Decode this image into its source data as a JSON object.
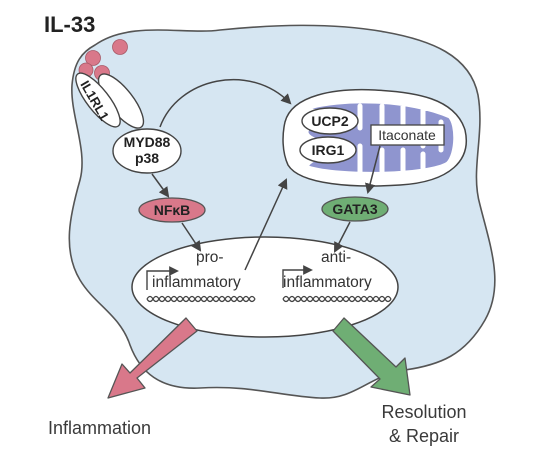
{
  "ligand": {
    "label": "IL-33"
  },
  "receptor": {
    "label": "IL1RL1"
  },
  "adaptor": {
    "line1": "MYD88",
    "line2": "p38"
  },
  "mitochondrion": {
    "proteins": [
      "UCP2",
      "IRG1"
    ],
    "metabolite": "Itaconate"
  },
  "transcription_factors": {
    "nfkb": {
      "label": "NFκB",
      "color": "#d9788a"
    },
    "gata3": {
      "label": "GATA3",
      "color": "#6fae74"
    }
  },
  "nucleus": {
    "pro": {
      "line1": "pro-",
      "line2": "inflammatory"
    },
    "anti": {
      "line1": "anti-",
      "line2": "inflammatory"
    }
  },
  "outcomes": {
    "inflammation": {
      "label": "Inflammation",
      "color": "#d9788a"
    },
    "resolution": {
      "line1": "Resolution",
      "line2": "& Repair",
      "color": "#6fae74"
    }
  },
  "colors": {
    "cell": "#d6e6f2",
    "mitochondrion_cristae": "#8f95cf"
  }
}
